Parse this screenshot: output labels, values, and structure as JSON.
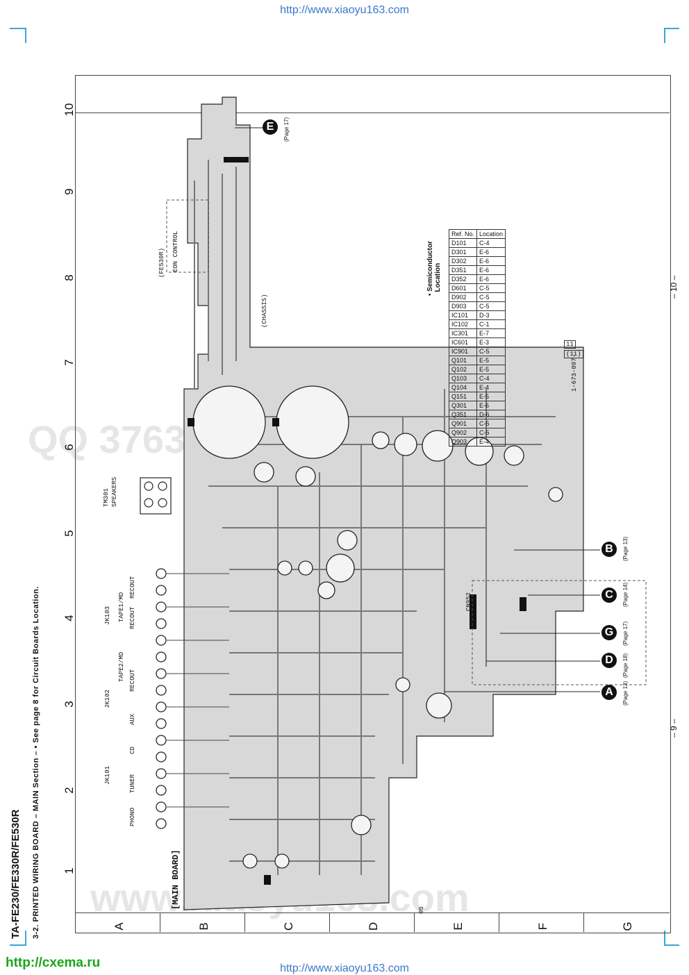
{
  "header": {
    "url_top": "http://www.xiaoyu163.com",
    "url_bottom": "http://www.xiaoyu163.com",
    "site_link": "http://cxema.ru"
  },
  "title": {
    "model": "TA-FE230/FE330R/FE530R",
    "section": "3-2.   PRINTED WIRING BOARD   – MAIN Section –   • See page 8 for Circuit Boards Location."
  },
  "board_label": "[MAIN BOARD]",
  "page_numbers": {
    "left": "– 9 –",
    "right": "– 10 –"
  },
  "grid": {
    "columns": [
      "1",
      "2",
      "3",
      "4",
      "5",
      "6",
      "7",
      "8",
      "9",
      "10"
    ],
    "rows": [
      "A",
      "B",
      "C",
      "D",
      "E",
      "F",
      "G"
    ]
  },
  "watermarks": [
    "QQ 376315150   892498299",
    "www.xiaoyu163.com"
  ],
  "connectors": [
    {
      "letter": "E",
      "page": "(Page 17)"
    },
    {
      "letter": "B",
      "page": "(Page 13)"
    },
    {
      "letter": "C",
      "page": "(Page 14)"
    },
    {
      "letter": "G",
      "page": "(Page 17)"
    },
    {
      "letter": "D",
      "page": "(Page 18)"
    },
    {
      "letter": "A",
      "page": "(Page 13)"
    }
  ],
  "jacks": {
    "groups": [
      "JK101",
      "JK102",
      "JK103"
    ],
    "labels": [
      "PHONO",
      "TUNER",
      "CD",
      "AUX",
      "RECOUT",
      "TAPE2/MD",
      "RECOUT",
      "TAPE1/MD",
      "RECOUT"
    ],
    "speakers": "SPEAKERS",
    "tm": "TM301"
  },
  "board_notes": [
    "(FE530R)",
    "EON CONTROL",
    "(CHASSIS)",
    "1-673-097-",
    "11",
    "(11)",
    "CN952"
  ],
  "semiconductor": {
    "heading": "• Semiconductor\n  Location",
    "headers": [
      "Ref. No.",
      "Location"
    ],
    "rows": [
      [
        "D101",
        "C-4"
      ],
      [
        "D301",
        "E-6"
      ],
      [
        "D302",
        "E-6"
      ],
      [
        "D351",
        "E-6"
      ],
      [
        "D352",
        "E-6"
      ],
      [
        "D601",
        "C-5"
      ],
      [
        "D902",
        "C-5"
      ],
      [
        "D903",
        "C-5"
      ],
      [
        "IC101",
        "D-3"
      ],
      [
        "IC102",
        "C-1"
      ],
      [
        "IC301",
        "E-7"
      ],
      [
        "IC601",
        "E-3"
      ],
      [
        "IC901",
        "C-5"
      ],
      [
        "Q101",
        "E-5"
      ],
      [
        "Q102",
        "E-5"
      ],
      [
        "Q103",
        "C-4"
      ],
      [
        "Q104",
        "E-4"
      ],
      [
        "Q151",
        "E-5"
      ],
      [
        "Q301",
        "E-6"
      ],
      [
        "Q351",
        "D-6"
      ],
      [
        "Q901",
        "C-5"
      ],
      [
        "Q902",
        "C-5"
      ],
      [
        "Q903",
        "E-4"
      ]
    ]
  },
  "footer_code": "05"
}
